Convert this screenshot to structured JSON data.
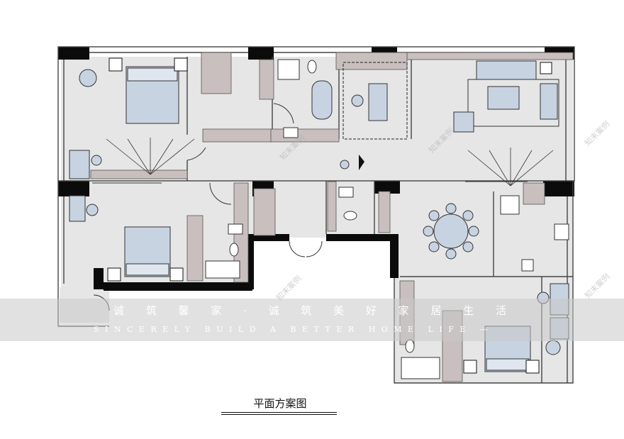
{
  "caption": "平面方案图",
  "banner": {
    "chinese": "诚 筑 馨 家 · 诚 筑 美 好 家 居 生 活",
    "english": "SINCERELY BUILD A BETTER HOME LIFE —"
  },
  "watermark": "知末案例",
  "colors": {
    "wall": "#0b0b0b",
    "floor": "#e6e6e6",
    "furniture": "#c8d3e2",
    "cabinet": "#c9bfbf",
    "line": "#444444"
  }
}
